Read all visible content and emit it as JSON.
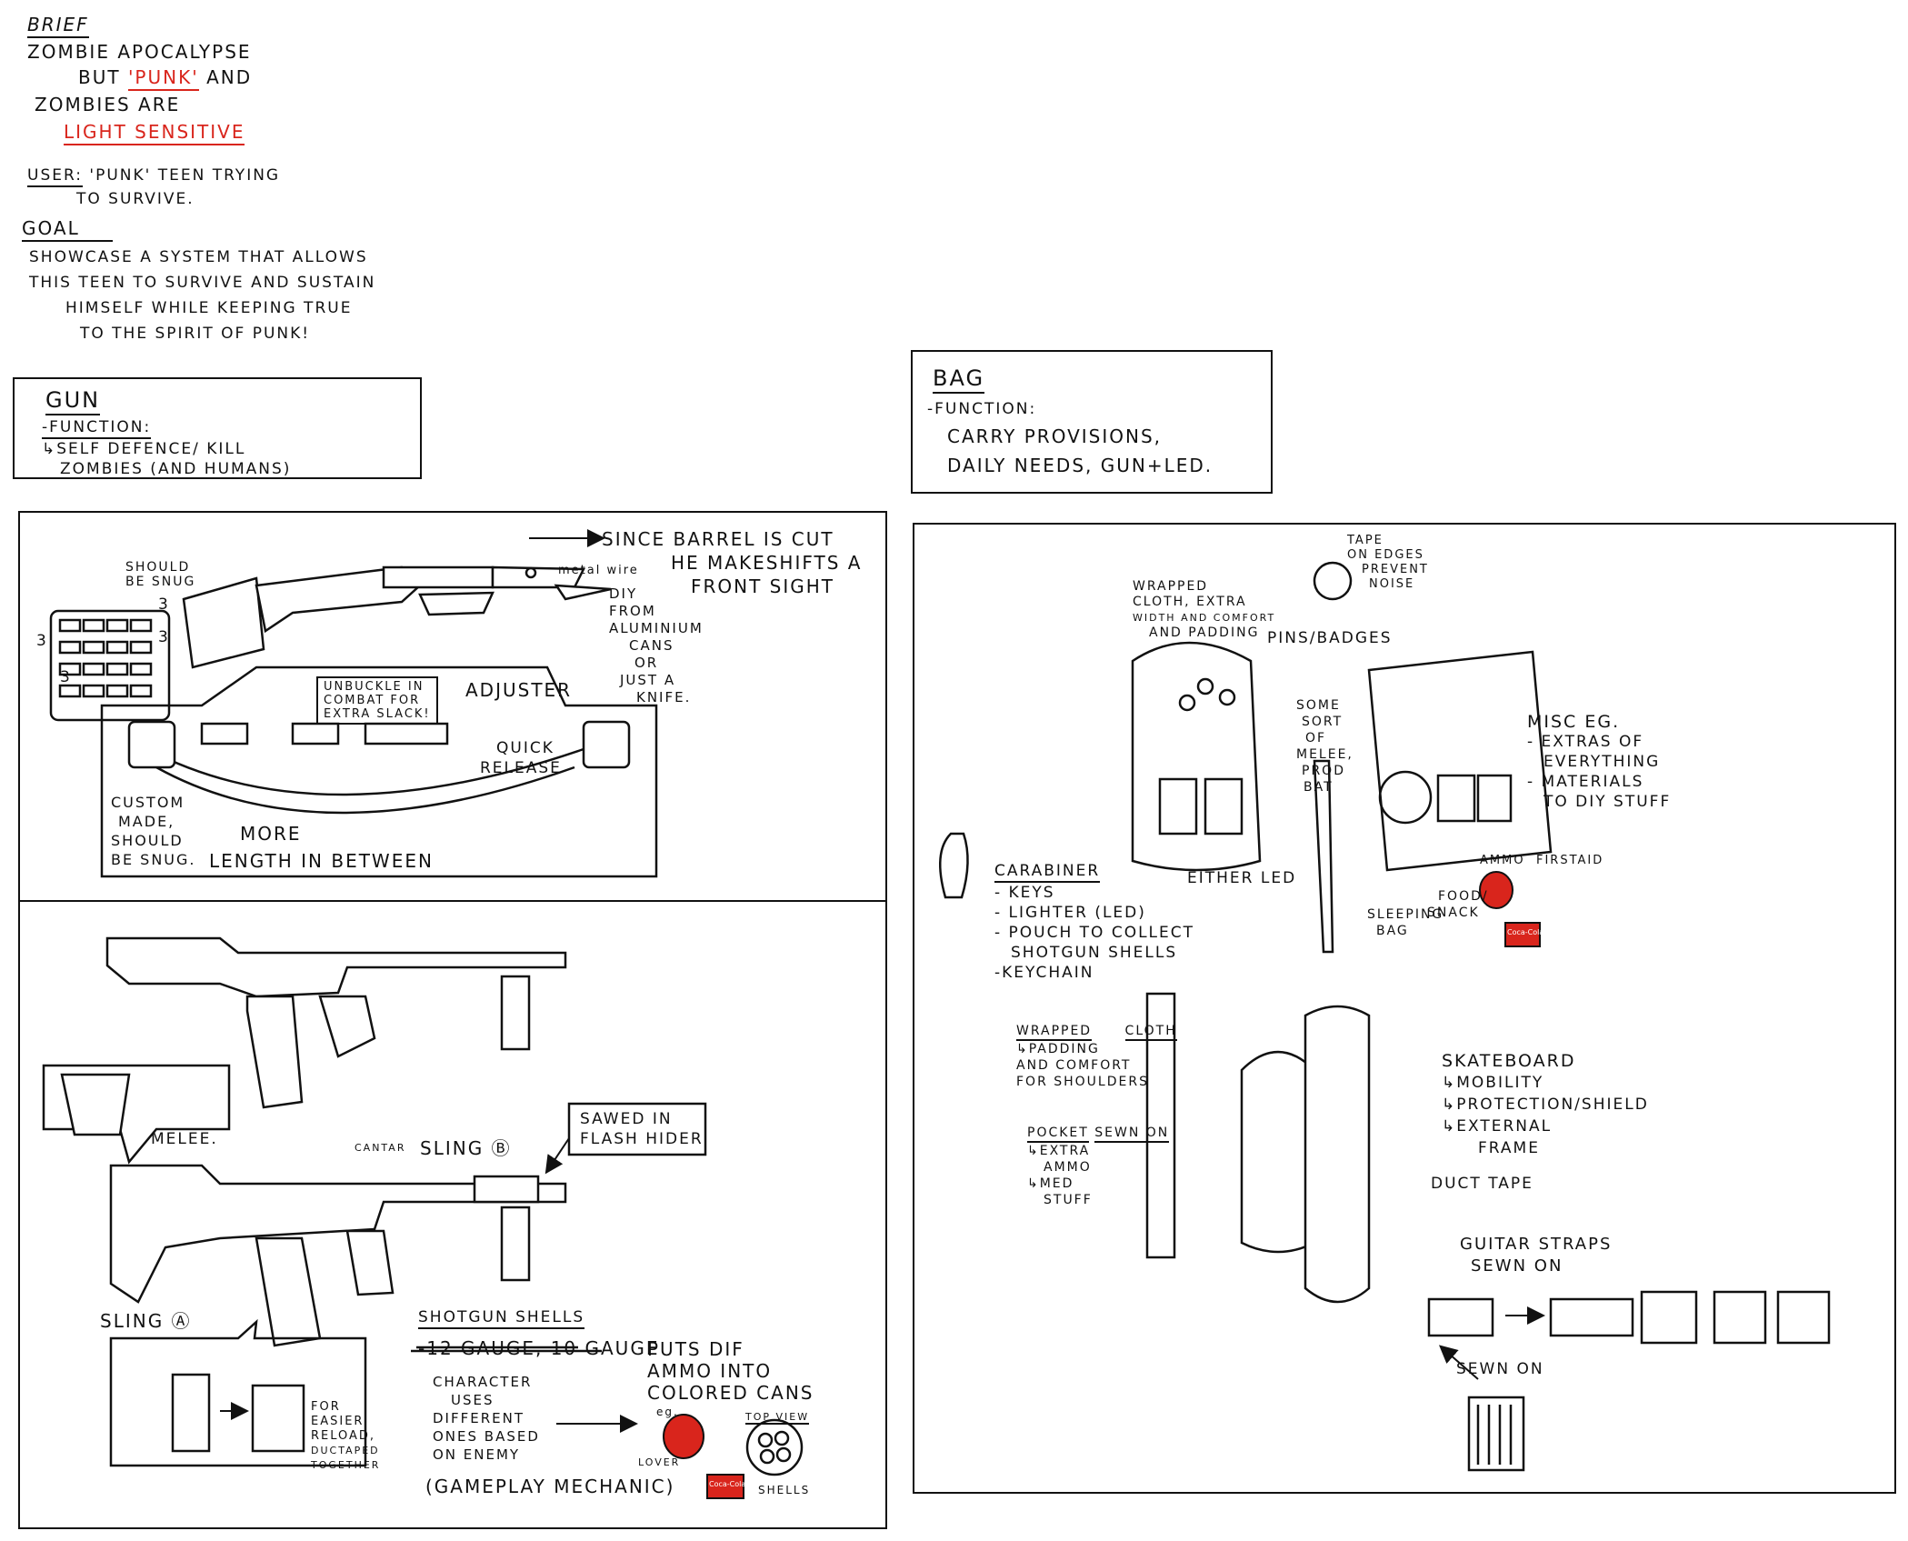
{
  "brief": {
    "heading": "BRIEF",
    "line1": "ZOMBIE APOCALYPSE",
    "line2_a": "BUT",
    "line2_b": "'PUNK'",
    "line2_c": "AND",
    "line3": "ZOMBIES ARE",
    "line4": "LIGHT SENSITIVE",
    "user_label": "USER:",
    "user_text_1": "'PUNK' TEEN TRYING",
    "user_text_2": "TO SURVIVE.",
    "goal_label": "GOAL",
    "goal_1": "SHOWCASE A SYSTEM THAT ALLOWS",
    "goal_2": "THIS TEEN TO SURVIVE AND SUSTAIN",
    "goal_3": "HIMSELF WHILE KEEPING TRUE",
    "goal_4": "TO THE SPIRIT OF PUNK!"
  },
  "gun_box": {
    "title": "GUN",
    "function_label": "-FUNCTION:",
    "function_1": "↳SELF DEFENCE/ KILL",
    "function_2": "ZOMBIES (AND HUMANS)"
  },
  "bag_box": {
    "title": "BAG",
    "function_label": "-FUNCTION:",
    "function_1": "CARRY PROVISIONS,",
    "function_2": "DAILY NEEDS, GUN+LED."
  },
  "gun_panel_top": {
    "should_be_snug": "SHOULD BE SNUG",
    "barrel_note_1": "SINCE BARREL IS CUT",
    "barrel_note_2": "HE MAKESHIFTS A",
    "barrel_note_3": "FRONT SIGHT",
    "metal_wire": "metal wire",
    "diy_note_1": "DIY",
    "diy_note_2": "FROM",
    "diy_note_3": "ALUMINIUM",
    "diy_note_4": "CANS",
    "diy_note_5": "OR",
    "diy_note_6": "JUST A",
    "diy_note_7": "KNIFE.",
    "unbuckle_1": "UNBUCKLE IN",
    "unbuckle_2": "COMBAT FOR",
    "unbuckle_3": "EXTRA SLACK!",
    "adjuster": "ADJUSTER",
    "quick_release_1": "QUICK",
    "quick_release_2": "RELEASE",
    "custom_1": "CUSTOM",
    "custom_2": "MADE,",
    "custom_3": "SHOULD",
    "custom_4": "BE SNUG.",
    "more_1": "MORE",
    "more_2": "LENGTH IN BETWEEN",
    "num_3a": "3",
    "num_3b": "3",
    "num_3c": "3",
    "num_3d": "3"
  },
  "gun_panel_bottom": {
    "melee": "MELEE.",
    "cantar": "CANTAR",
    "sling_b": "SLING Ⓑ",
    "sawed_1": "SAWED IN",
    "sawed_2": "FLASH HIDER",
    "sling_a": "SLING Ⓐ",
    "for_easier_1": "FOR",
    "for_easier_2": "EASIER",
    "for_easier_3": "RELOAD,",
    "for_easier_4": "DUCTAPED",
    "for_easier_5": "TOGETHER",
    "shells_heading": "SHOTGUN SHELLS",
    "gauge": "-12 GAUGE, 10 GAUGE",
    "char_1": "CHARACTER",
    "char_2": "USES",
    "char_3": "DIFFERENT",
    "char_4": "ONES BASED",
    "char_5": "ON ENEMY",
    "gameplay": "(GAMEPLAY MECHANIC)",
    "puts_1": "PUTS DIF",
    "puts_2": "AMMO INTO",
    "puts_3": "COLORED CANS",
    "eg": "eg.",
    "lover": "LOVER",
    "top_view": "TOP VIEW",
    "shells": "SHELLS",
    "can_label": "Coca-Cola"
  },
  "bag_panel": {
    "tape_1": "TAPE",
    "tape_2": "ON EDGES",
    "tape_3": "PREVENT",
    "tape_4": "NOISE",
    "wrapped_1": "WRAPPED",
    "wrapped_2": "CLOTH, EXTRA",
    "wrapped_3": "WIDTH AND COMFORT",
    "wrapped_4": "AND PADDING",
    "pins": "PINS/BADGES",
    "some_1": "SOME",
    "some_2": "SORT",
    "some_3": "OF",
    "some_4": "MELEE,",
    "some_5": "PROD",
    "some_6": "BAT",
    "misc_1": "MISC eg.",
    "misc_2": "- EXTRAS OF",
    "misc_3": "EVERYTHING",
    "misc_4": "- MATERIALS",
    "misc_5": "TO DIY STUFF",
    "ammo": "AMMO",
    "firstaid": "FIRSTAID",
    "carabiner": "CARABINER",
    "keys": "- KEYS",
    "lighter": "- LIGHTER (LED)",
    "pouch_1": "- POUCH TO COLLECT",
    "pouch_2": "SHOTGUN SHELLS",
    "keychain": "-KEYCHAIN",
    "either_led": "EITHER LED",
    "sleeping_1": "SLEEPING",
    "sleeping_2": "BAG",
    "food_1": "FOOD/",
    "food_2": "SNACK",
    "wrapped2_1": "WRAPPED",
    "wrapped2_2": "CLOTH",
    "wrapped2_3": "↳PADDING",
    "wrapped2_4": "AND COMFORT",
    "wrapped2_5": "FOR SHOULDERS",
    "pocket_1": "POCKET",
    "pocket_2": "SEWN ON",
    "pocket_3": "↳EXTRA",
    "pocket_4": "AMMO",
    "pocket_5": "↳MED",
    "pocket_6": "STUFF",
    "skate_1": "SKATEBOARD",
    "skate_2": "↳MOBILITY",
    "skate_3": "↳PROTECTION/SHIELD",
    "skate_4": "↳EXTERNAL",
    "skate_5": "FRAME",
    "duct": "DUCT TAPE",
    "guitar_1": "GUITAR STRAPS",
    "guitar_2": "SEWN ON",
    "sewn_on": "SEWN ON",
    "can_label": "Coca-Cola"
  },
  "colors": {
    "ink": "#111111",
    "accent_red": "#d9251c"
  }
}
